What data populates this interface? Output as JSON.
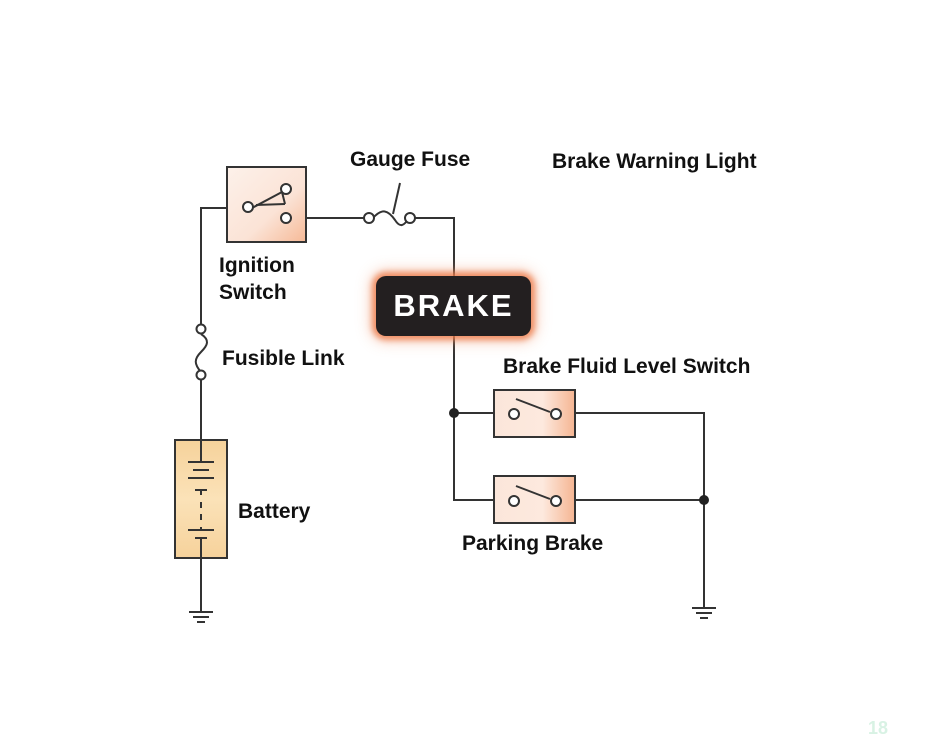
{
  "diagram": {
    "title": "Brake Warning Light",
    "labels": {
      "gauge_fuse": "Gauge Fuse",
      "brake_warning_light": "Brake Warning Light",
      "ignition_switch_line1": "Ignition",
      "ignition_switch_line2": "Switch",
      "fusible_link": "Fusible Link",
      "battery": "Battery",
      "brake_fluid_level_switch": "Brake Fluid Level Switch",
      "parking_brake": "Parking Brake"
    },
    "indicator_text": "BRAKE",
    "page_number": "18",
    "colors": {
      "wire": "#333333",
      "switch_fill": "#fbe1d2",
      "battery_fill": "#f8d9a6",
      "indicator_bg": "#231f20",
      "indicator_glow": "#ec7846"
    }
  }
}
